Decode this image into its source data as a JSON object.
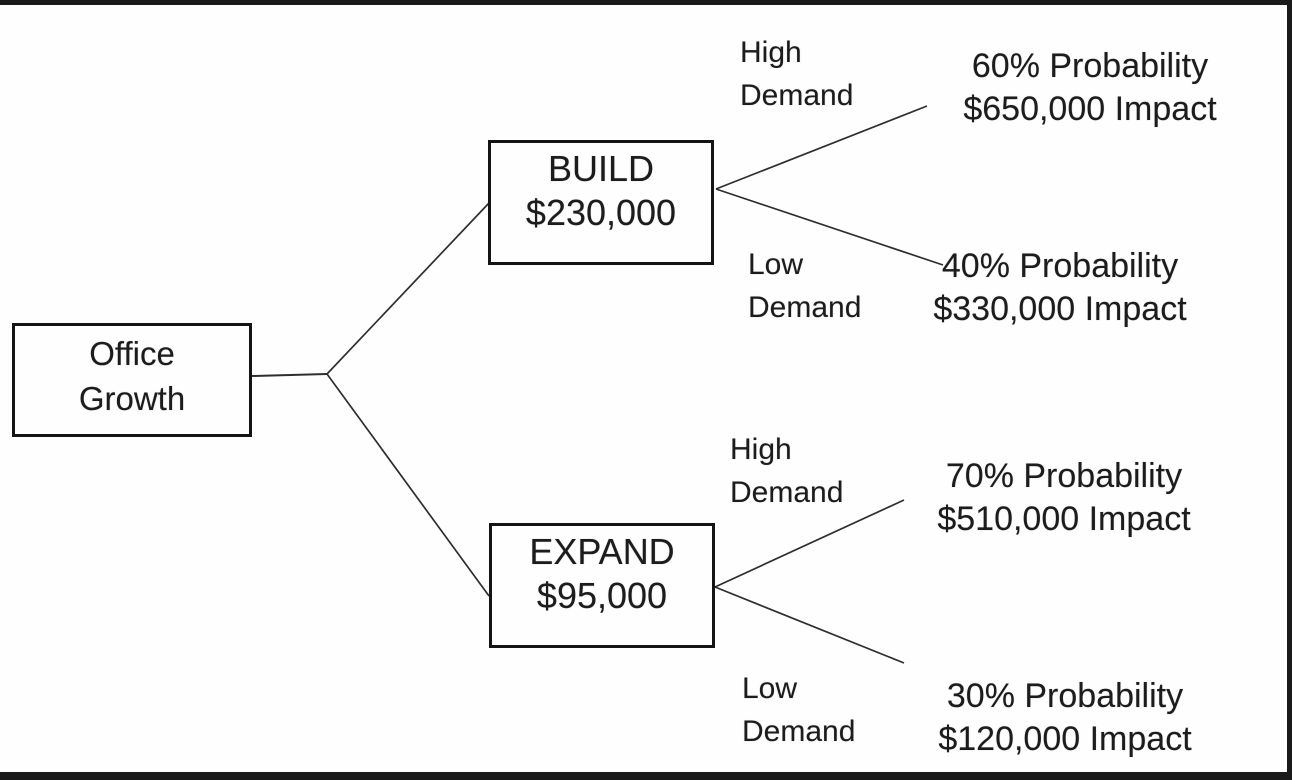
{
  "colors": {
    "ink": "#1c1c1c",
    "line": "#2e2e2e",
    "background": "#fefefe",
    "frame": "#1a1a1a"
  },
  "root": {
    "line1": "Office",
    "line2": "Growth"
  },
  "options": [
    {
      "name": "BUILD",
      "cost": "$230,000",
      "branches": [
        {
          "demand": {
            "line1": "High",
            "line2": "Demand"
          },
          "probability": "60% Probability",
          "impact": "$650,000 Impact"
        },
        {
          "demand": {
            "line1": "Low",
            "line2": "Demand"
          },
          "probability": "40% Probability",
          "impact": "$330,000 Impact"
        }
      ]
    },
    {
      "name": "EXPAND",
      "cost": "$95,000",
      "branches": [
        {
          "demand": {
            "line1": "High",
            "line2": "Demand"
          },
          "probability": "70% Probability",
          "impact": "$510,000 Impact"
        },
        {
          "demand": {
            "line1": "Low",
            "line2": "Demand"
          },
          "probability": "30% Probability",
          "impact": "$120,000 Impact"
        }
      ]
    }
  ]
}
